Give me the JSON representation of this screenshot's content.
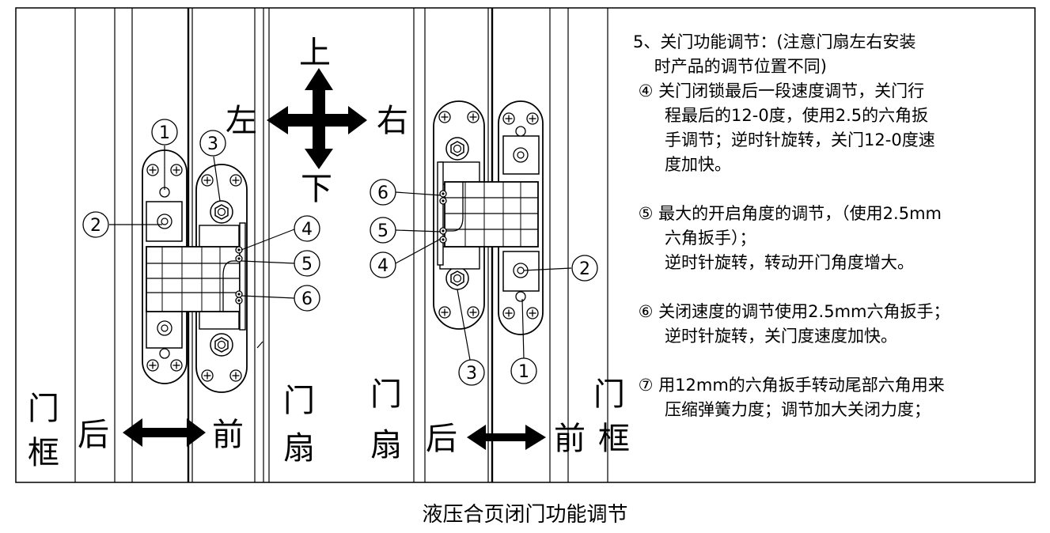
{
  "directions": {
    "up": "上",
    "down": "下",
    "left": "左",
    "right": "右"
  },
  "labels": {
    "frame_chars": [
      "门",
      "框"
    ],
    "leaf_chars": [
      "门",
      "扇"
    ],
    "back": "后",
    "front": "前"
  },
  "callouts": {
    "n1": "1",
    "n2": "2",
    "n3": "3",
    "n4": "4",
    "n5": "5",
    "n6": "6"
  },
  "notes": [
    "5、关门功能调节：(注意门扇左右安装",
    "    时产品的调节位置不同)",
    " ④ 关门闭锁最后一段速度调节，关门行",
    "      程最后的12-0度，使用2.5的六角扳",
    "      手调节；逆时针旋转，关门12-0度速",
    "      度加快。",
    "",
    " ⑤ 最大的开启角度的调节，（使用2.5mm",
    "      六角扳手）；",
    "      逆时针旋转，转动开门角度增大。",
    "",
    " ⑥ 关闭速度的调节使用2.5mm六角扳手；",
    "      逆时针旋转，关门度速度加快。",
    "",
    " ⑦ 用12mm的六角扳手转动尾部六角用来",
    "      压缩弹簧力度；调节加大关闭力度；"
  ],
  "caption": "液压合页闭门功能调节"
}
